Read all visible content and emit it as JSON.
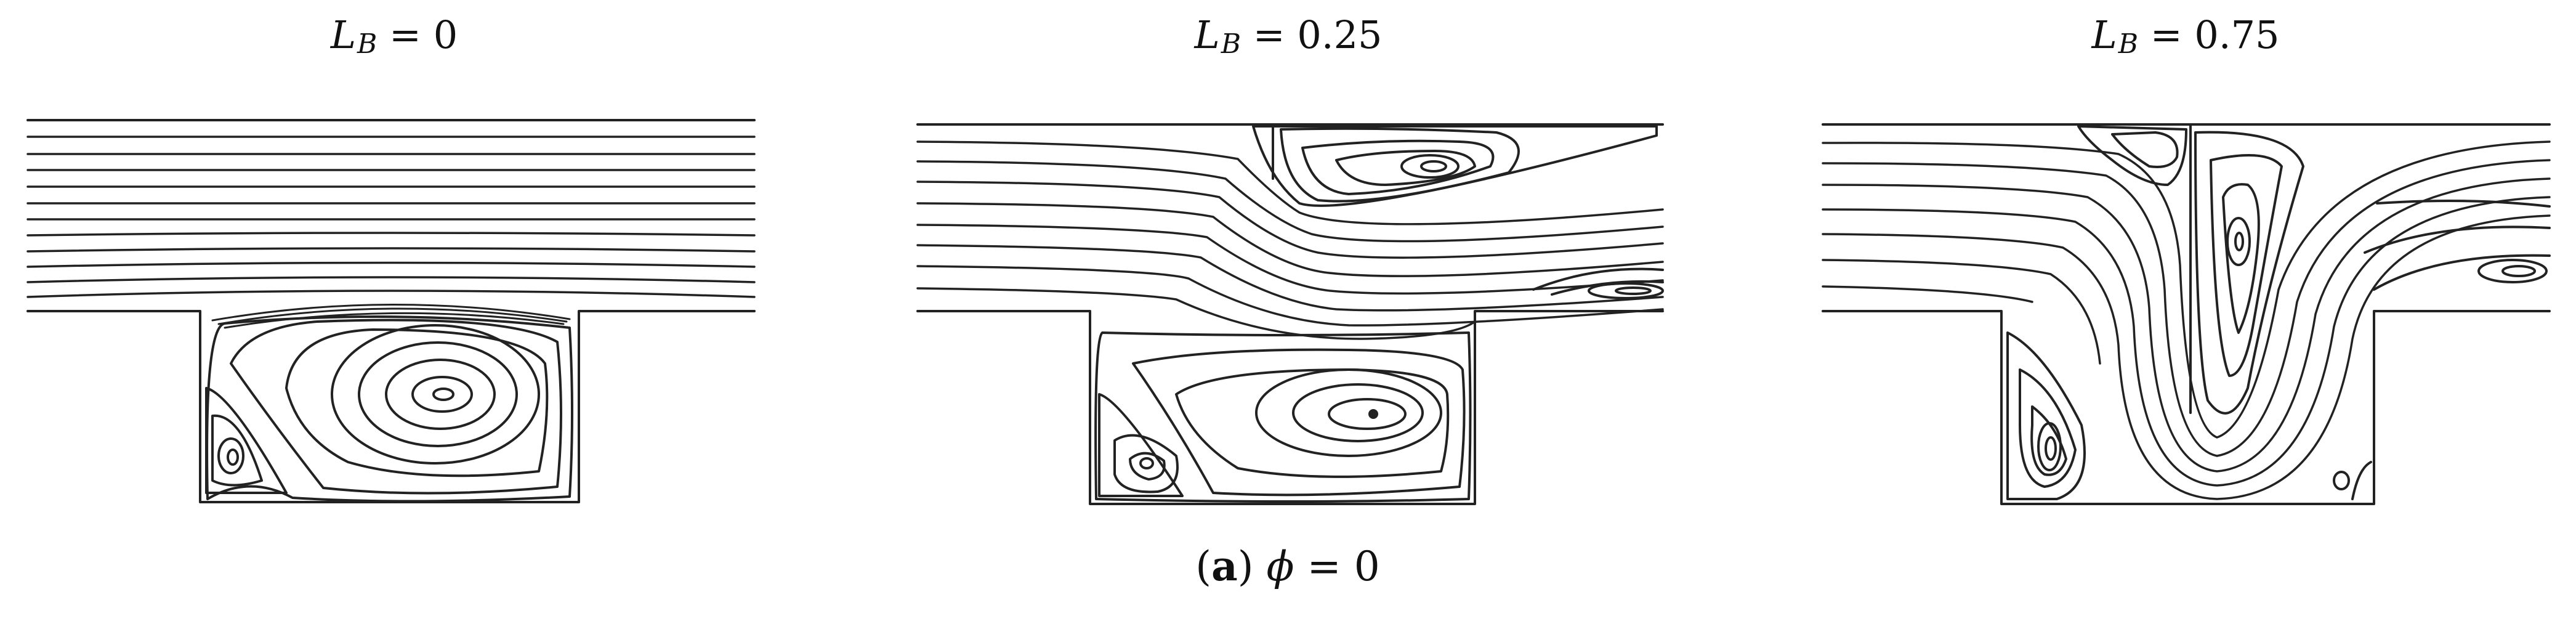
{
  "panels": [
    {
      "title_var": "L",
      "title_sub": "B",
      "title_rest": " = 0"
    },
    {
      "title_var": "L",
      "title_sub": "B",
      "title_rest": " = 0.25"
    },
    {
      "title_var": "L",
      "title_sub": "B",
      "title_rest": " = 0.75"
    }
  ],
  "caption": {
    "label_open": "(",
    "label_letter": "a",
    "label_close": ")",
    "symbol": " ϕ",
    "rest": " = 0"
  },
  "colors": {
    "line": "#222222"
  }
}
